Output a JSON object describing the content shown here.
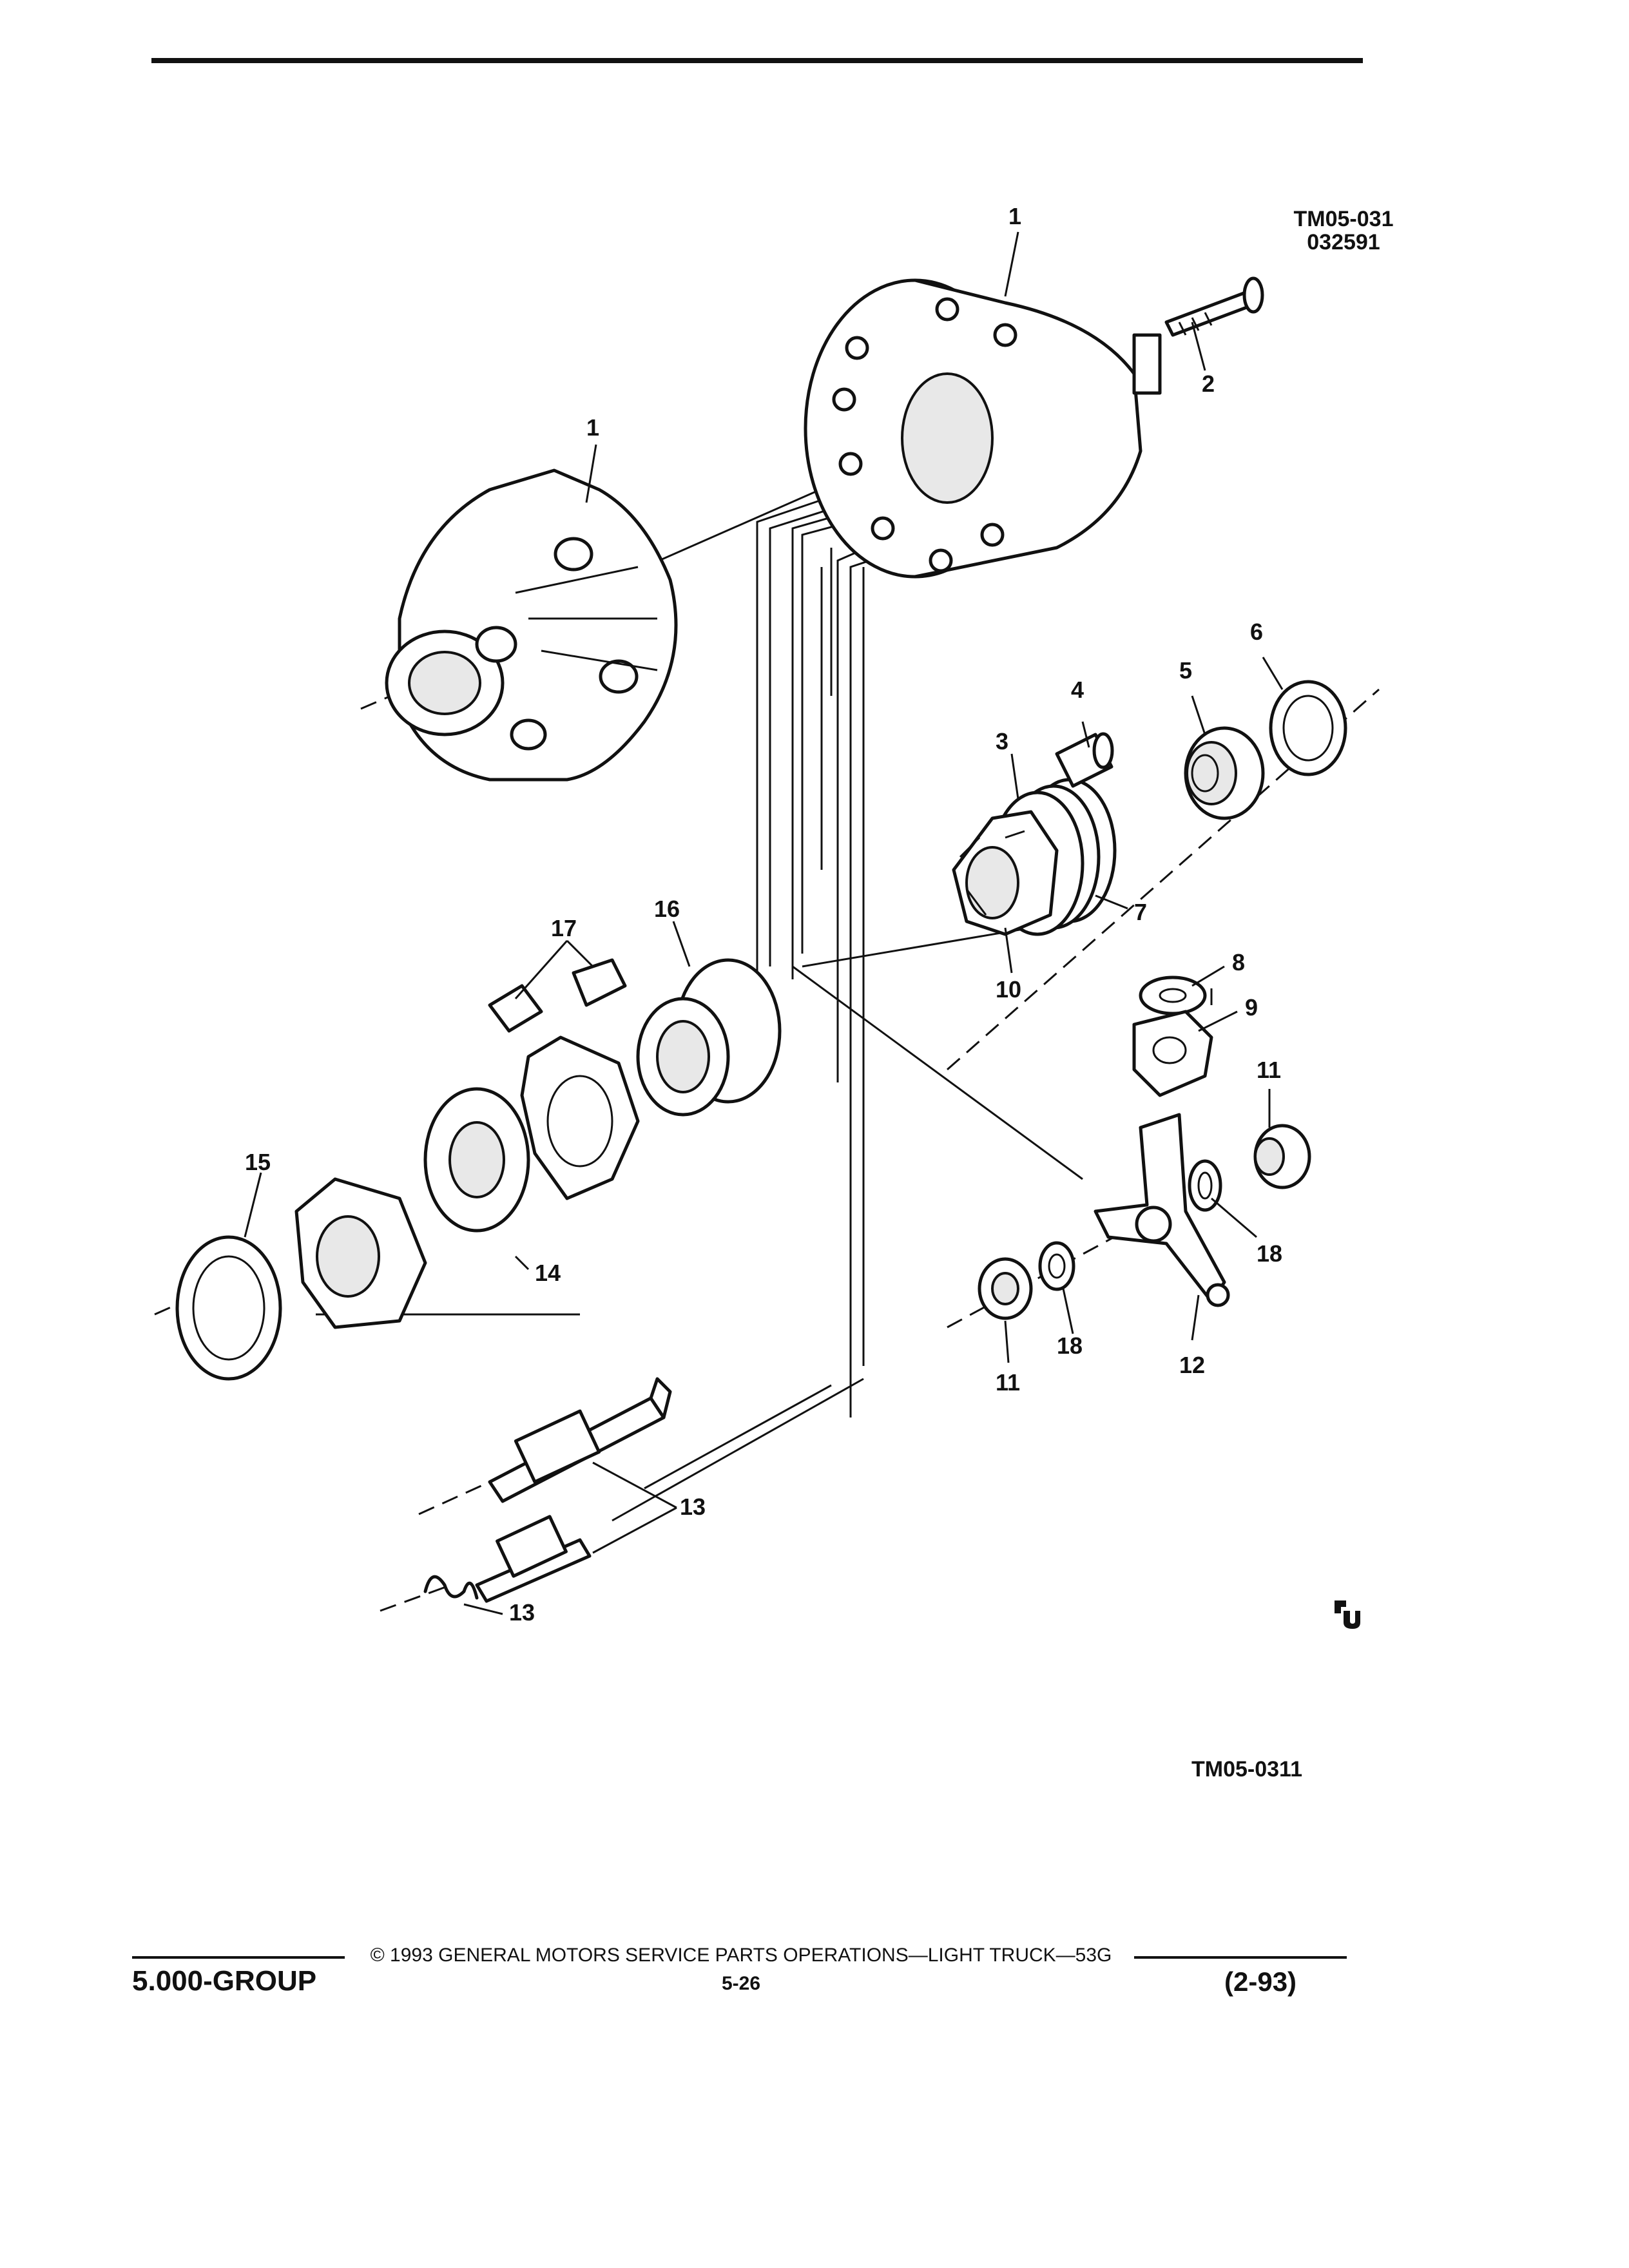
{
  "figure": {
    "ref_top": "TM05-031",
    "ref_top_date": "032591",
    "ref_bottom": "TM05-0311",
    "callouts": [
      "1",
      "1",
      "2",
      "3",
      "4",
      "5",
      "6",
      "7",
      "8",
      "9",
      "10",
      "11",
      "11",
      "12",
      "13",
      "13",
      "14",
      "15",
      "16",
      "17",
      "18",
      "18"
    ]
  },
  "footer": {
    "group": "5.000-GROUP",
    "copyright": "© 1993 GENERAL MOTORS SERVICE PARTS OPERATIONS—LIGHT TRUCK—53G",
    "page": "5-26",
    "date": "(2-93)"
  },
  "colors": {
    "ink": "#111111",
    "paper": "#ffffff"
  },
  "icons": {
    "logo": "gm-spo-logo-icon"
  }
}
